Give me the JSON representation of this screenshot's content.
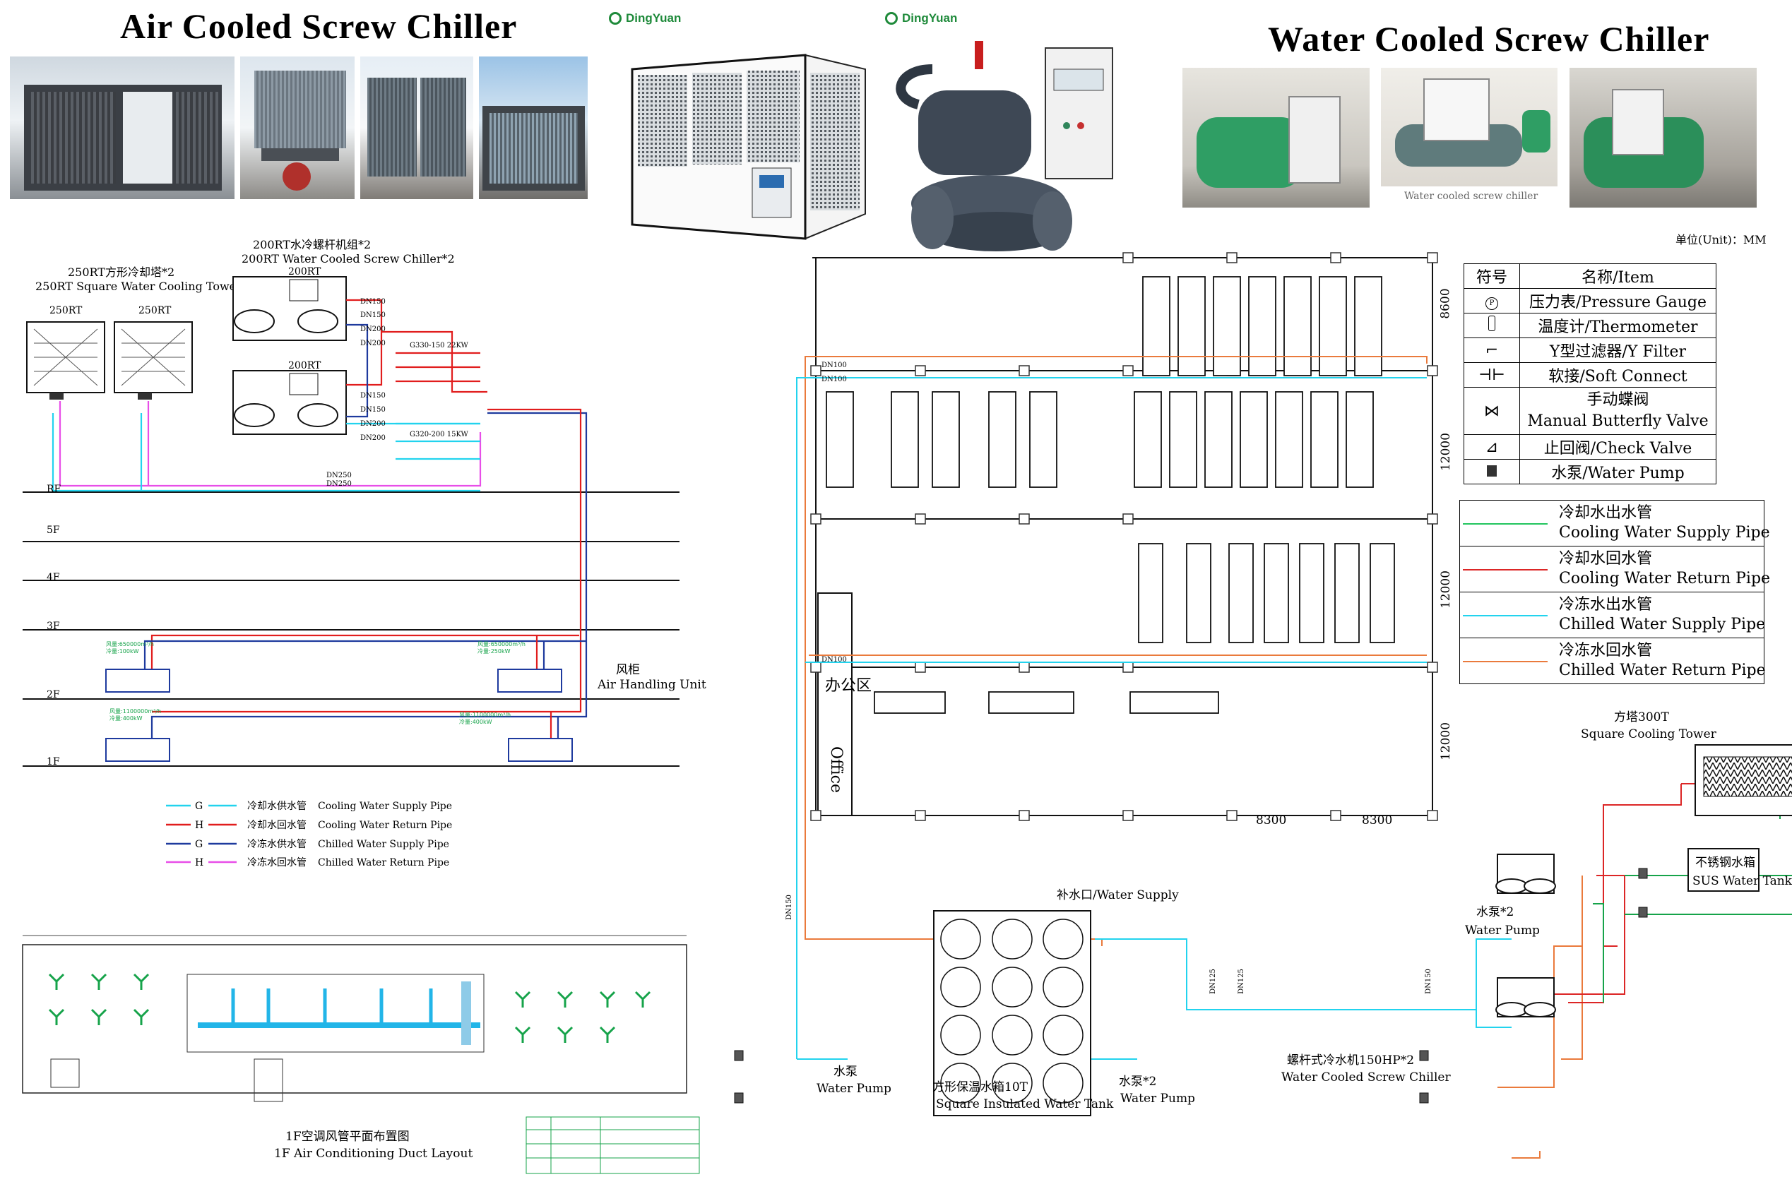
{
  "header": {
    "air_title": "Air Cooled Screw Chiller",
    "water_title": "Water Cooled Screw Chiller",
    "brand": "DingYuan",
    "photo_caption": "Water cooled screw chiller"
  },
  "left_diagram": {
    "tower_title_cn": "250RT方形冷却塔*2",
    "tower_title_en": "250RT Square Water Cooling Tower*2",
    "chiller_title_cn": "200RT水冷螺杆机组*2",
    "chiller_title_en": "200RT Water Cooled Screw Chiller*2",
    "tower_label": "250RT",
    "chiller_label": "200RT",
    "floors": [
      "RF",
      "5F",
      "4F",
      "3F",
      "2F",
      "1F"
    ],
    "ahu_cn": "风柜",
    "ahu_en": "Air Handling Unit",
    "pipe_sizes": [
      "DN150",
      "DN150",
      "DN200",
      "DN200",
      "DN150",
      "DN150",
      "DN200",
      "DN200",
      "DN250",
      "DN250"
    ],
    "pump_spec_1": "G330-150 22KW",
    "pump_spec_2": "G320-200 15KW",
    "legend": [
      {
        "code": "G",
        "cn": "冷却水供水管",
        "en": "Cooling Water Supply Pipe",
        "color": "#22d3ee"
      },
      {
        "code": "H",
        "cn": "冷却水回水管",
        "en": "Cooling Water Return Pipe",
        "color": "#e11d1d"
      },
      {
        "code": "G",
        "cn": "冷冻水供水管",
        "en": "Chilled Water Supply Pipe",
        "color": "#1e3a9e"
      },
      {
        "code": "H",
        "cn": "冷冻水回水管",
        "en": "Chilled Water Return Pipe",
        "color": "#e84ee8"
      }
    ],
    "duct_title_cn": "1F空调风管平面布置图",
    "duct_title_en": "1F Air Conditioning Duct Layout"
  },
  "right_diagram": {
    "unit_label": "单位(Unit)：MM",
    "dims": [
      "8600",
      "12000",
      "12000",
      "12000",
      "8300",
      "8300"
    ],
    "office_cn": "办公区",
    "office_en": "Office",
    "symbol_table": {
      "header_symbol": "符号",
      "header_item": "名称/Item",
      "rows": [
        {
          "icon": "pressure-gauge",
          "text": "压力表/Pressure Gauge"
        },
        {
          "icon": "thermometer",
          "text": "温度计/Thermometer"
        },
        {
          "icon": "y-filter",
          "text": "Y型过滤器/Y Filter"
        },
        {
          "icon": "soft-connect",
          "text": "软接/Soft Connect"
        },
        {
          "icon": "butterfly-valve",
          "text": "手动蝶阀",
          "text2": "Manual Butterfly Valve"
        },
        {
          "icon": "check-valve",
          "text": "止回阀/Check Valve"
        },
        {
          "icon": "water-pump",
          "text": "水泵/Water Pump"
        }
      ]
    },
    "pipe_legend": [
      {
        "cn": "冷却水出水管",
        "en": "Cooling Water Supply Pipe",
        "color": "#22c55e"
      },
      {
        "cn": "冷却水回水管",
        "en": "Cooling Water Return Pipe",
        "color": "#dc2626"
      },
      {
        "cn": "冷冻水出水管",
        "en": "Chilled Water Supply Pipe",
        "color": "#22d3ee"
      },
      {
        "cn": "冷冻水回水管",
        "en": "Chilled Water Return Pipe",
        "color": "#ea7a3c"
      }
    ],
    "tower_cn": "方塔300T",
    "tower_en": "Square Cooling Tower",
    "sus_tank_cn": "不锈钢水箱",
    "sus_tank_en": "SUS Water Tank",
    "pump2_cn": "水泵*2",
    "pump2_en": "Water Pump",
    "water_supply": "补水口/Water Supply",
    "tank_cn": "方形保温水箱10T",
    "tank_en": "Square Insulated Water Tank",
    "pump_left_cn": "水泵",
    "pump_left_en": "Water Pump",
    "pump_mid_cn": "水泵*2",
    "pump_mid_en": "Water Pump",
    "chiller_cn": "螺杆式冷水机150HP*2",
    "chiller_en": "Water Cooled Screw Chiller",
    "dn_labels": [
      "DN100",
      "DN100",
      "DN100",
      "DN150",
      "DN125",
      "DN125",
      "DN150"
    ]
  }
}
